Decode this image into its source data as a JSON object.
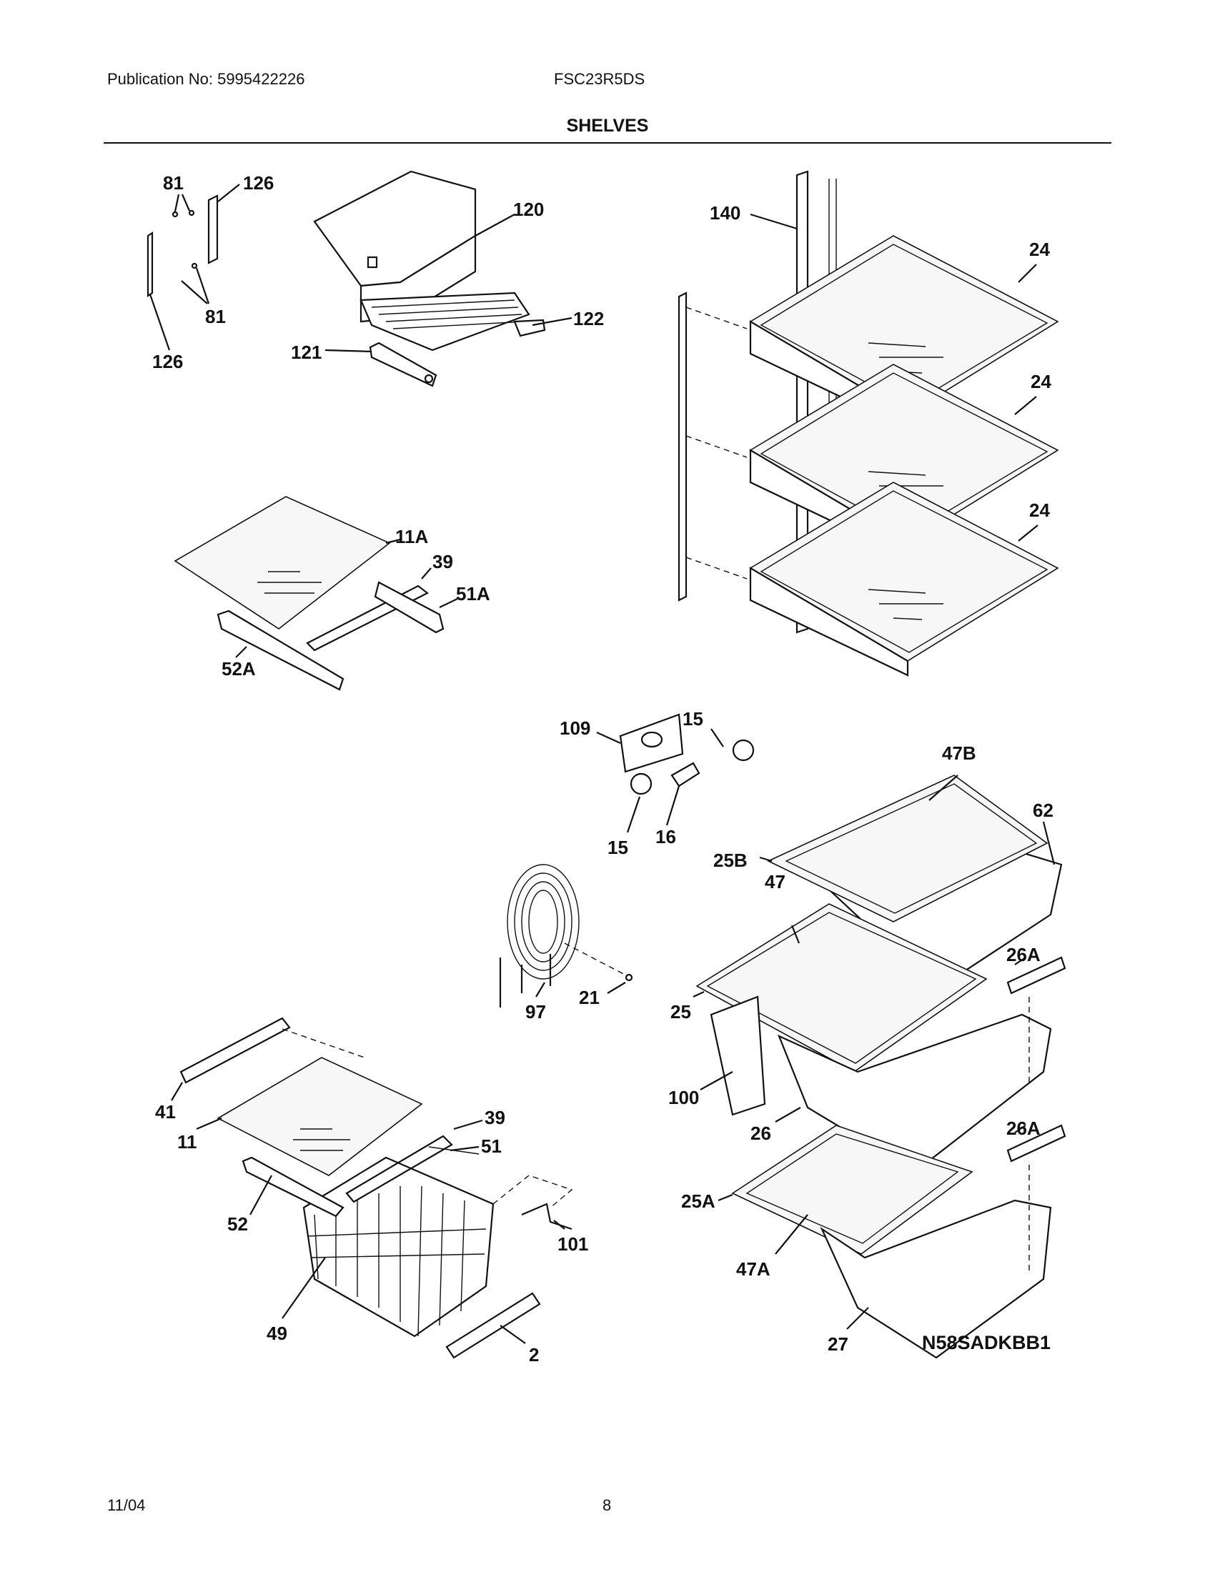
{
  "header": {
    "publication": "Publication No: 5995422226",
    "model": "FSC23R5DS",
    "title": "SHELVES"
  },
  "diagram": {
    "callouts": {
      "c81a": "81",
      "c126a": "126",
      "c81b": "81",
      "c126b": "126",
      "c120": "120",
      "c122": "122",
      "c121": "121",
      "c11A": "11A",
      "c39a": "39",
      "c51A": "51A",
      "c52A": "52A",
      "c140": "140",
      "c24a": "24",
      "c24b": "24",
      "c24c": "24",
      "c109": "109",
      "c15a": "15",
      "c15b": "15",
      "c16": "16",
      "c47B": "47B",
      "c62": "62",
      "c25B": "25B",
      "c47": "47",
      "c26Aa": "26A",
      "c97": "97",
      "c21": "21",
      "c25": "25",
      "c100": "100",
      "c26": "26",
      "c26Ab": "26A",
      "c25A": "25A",
      "c47A": "47A",
      "c27": "27",
      "c41": "41",
      "c39b": "39",
      "c11": "11",
      "c51": "51",
      "c52": "52",
      "c101": "101",
      "c49": "49",
      "c2": "2"
    },
    "code": "N58SADKBB1"
  },
  "footer": {
    "date": "11/04",
    "page": "8"
  }
}
